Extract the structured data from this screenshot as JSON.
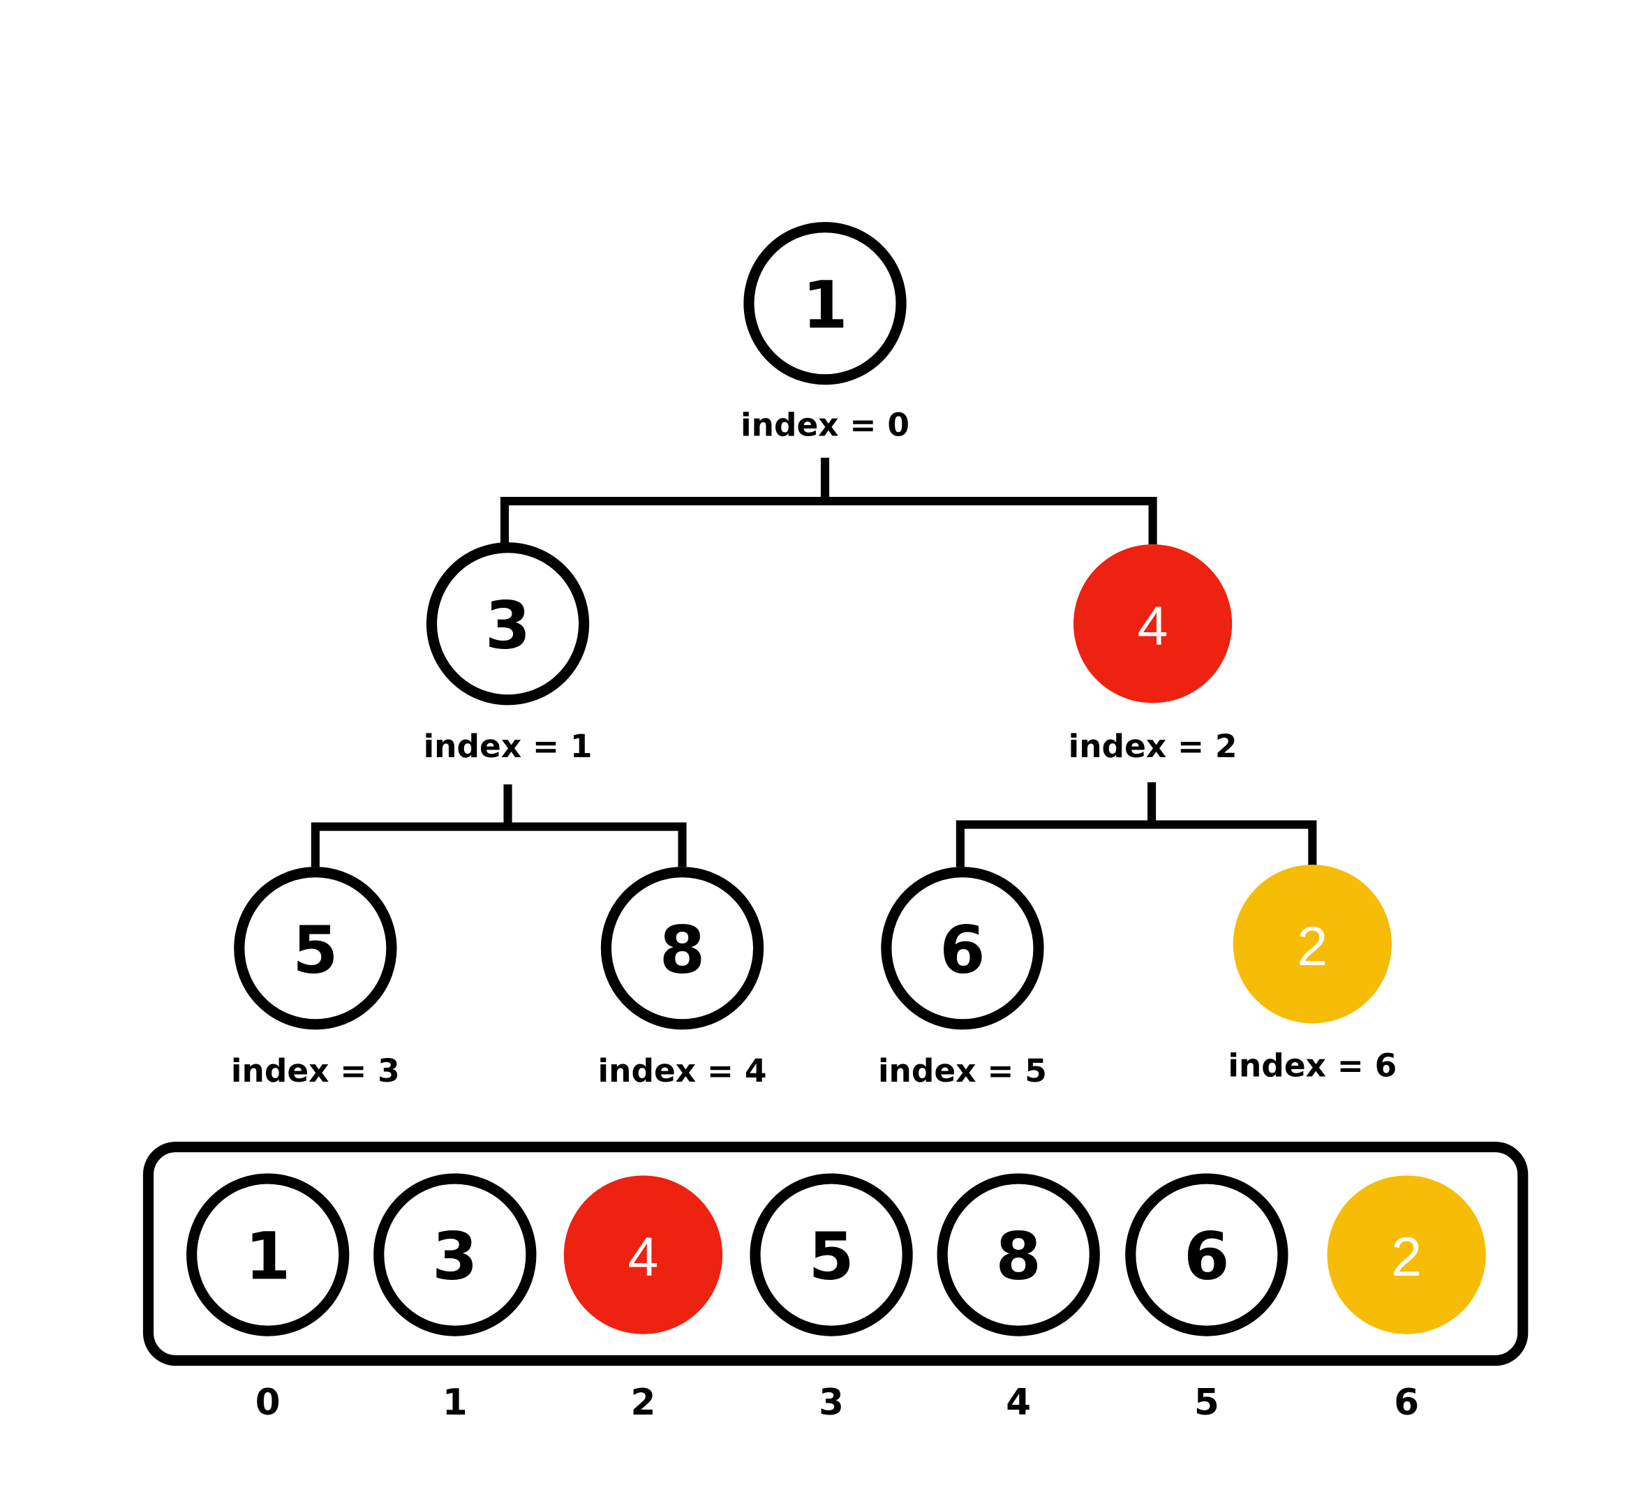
{
  "title": "Binary heap: tree view and array view",
  "colors": {
    "outline": "#000000",
    "background": "#ffffff",
    "highlight_parent": "#EE2211",
    "highlight_new": "#F7BC05",
    "highlight_text": "#ffffff"
  },
  "tree": {
    "nodes": [
      {
        "index": 0,
        "value": "1",
        "label": "index = 0",
        "highlight": "none"
      },
      {
        "index": 1,
        "value": "3",
        "label": "index = 1",
        "highlight": "none"
      },
      {
        "index": 2,
        "value": "4",
        "label": "index = 2",
        "highlight": "parent"
      },
      {
        "index": 3,
        "value": "5",
        "label": "index = 3",
        "highlight": "none"
      },
      {
        "index": 4,
        "value": "8",
        "label": "index = 4",
        "highlight": "none"
      },
      {
        "index": 5,
        "value": "6",
        "label": "index = 5",
        "highlight": "none"
      },
      {
        "index": 6,
        "value": "2",
        "label": "index = 6",
        "highlight": "new"
      }
    ],
    "edges": [
      [
        0,
        1
      ],
      [
        0,
        2
      ],
      [
        1,
        3
      ],
      [
        1,
        4
      ],
      [
        2,
        5
      ],
      [
        2,
        6
      ]
    ]
  },
  "array": {
    "cells": [
      {
        "value": "1",
        "index_label": "0",
        "highlight": "none"
      },
      {
        "value": "3",
        "index_label": "1",
        "highlight": "none"
      },
      {
        "value": "4",
        "index_label": "2",
        "highlight": "parent"
      },
      {
        "value": "5",
        "index_label": "3",
        "highlight": "none"
      },
      {
        "value": "8",
        "index_label": "4",
        "highlight": "none"
      },
      {
        "value": "6",
        "index_label": "5",
        "highlight": "none"
      },
      {
        "value": "2",
        "index_label": "6",
        "highlight": "new"
      }
    ]
  }
}
